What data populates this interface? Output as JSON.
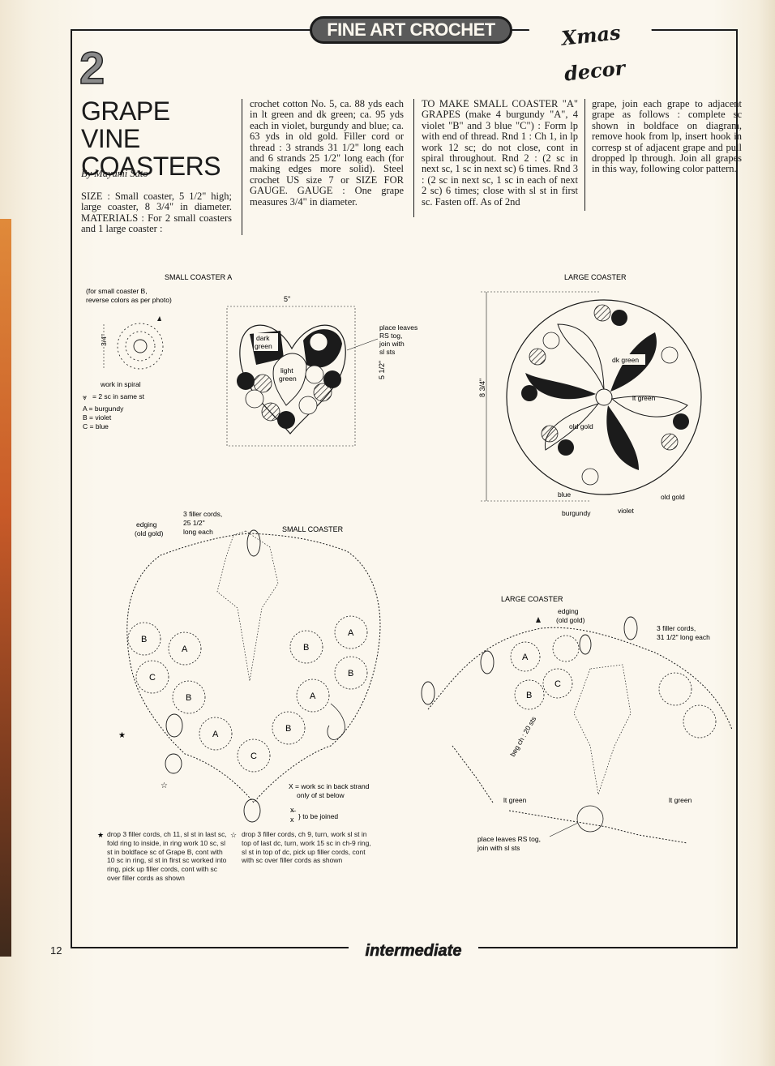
{
  "header": {
    "series": "FINE ART CROCHET",
    "section": "Xmas decor"
  },
  "article": {
    "number": "2",
    "title_line1": "GRAPE VINE",
    "title_line2": "COASTERS",
    "byline": "By Mayumi Sato",
    "col1": "SIZE : Small coaster, 5 1/2\" high; large coaster, 8 3/4\" in diameter. MATERIALS : For 2 small coasters and 1 large coaster :",
    "col2": "crochet cotton No. 5, ca. 88 yds each in lt green and dk green; ca. 95 yds each in violet, burgundy and blue; ca. 63 yds in old gold. Filler cord or thread : 3 strands 31 1/2\" long each and 6 strands 25 1/2\" long each (for making edges more solid). Steel crochet US size 7 or SIZE FOR GAUGE. GAUGE : One grape measures 3/4\" in diameter.",
    "col3": "TO MAKE SMALL COASTER \"A\" GRAPES (make 4 burgundy \"A\", 4 violet \"B\" and 3 blue \"C\") : Form lp with end of thread. Rnd 1 : Ch 1, in lp work 12 sc; do not close, cont in spiral throughout. Rnd 2 : (2 sc in next sc, 1 sc in next sc) 6 times. Rnd 3 : (2 sc in next sc, 1 sc in each of next 2 sc) 6 times; close with sl st in first sc. Fasten off. As of 2nd",
    "col4": "grape, join each grape to adjacent grape as follows : complete sc shown in boldface on diagram, remove hook from lp, insert hook in corresp st of adjacent grape and pull dropped lp through. Join all grapes in this way, following color pattern."
  },
  "diagrams": {
    "small_a": {
      "title": "SMALL COASTER A",
      "note": "(for small coaster B,",
      "note2": "reverse colors as per photo)",
      "size_34": "3/4\"",
      "spiral": "work in spiral",
      "legend_2sc": "= 2 sc in same st",
      "legend_a": "A = burgundy",
      "legend_b": "B = violet",
      "legend_c": "C = blue",
      "width": "5\"",
      "height": "5 1/2\"",
      "dark": "dark",
      "green": "green",
      "light": "light",
      "light_green": "green",
      "place1": "place leaves",
      "place2": "RS tog,",
      "place3": "join with",
      "place4": "sl sts"
    },
    "large": {
      "title": "LARGE COASTER",
      "size": "8 3/4\"",
      "dk_green": "dk green",
      "lt_green": "lt green",
      "old_gold": "old gold",
      "blue": "blue",
      "burgundy": "burgundy",
      "violet": "violet",
      "old_gold2": "old gold"
    },
    "small_chart": {
      "title": "SMALL COASTER",
      "filler1": "3 filler cords,",
      "filler2": "25 1/2\"",
      "filler3": "long each",
      "edging1": "edging",
      "edging2": "(old gold)",
      "legend_back1": "X = work sc in back strand",
      "legend_back2": "only of st below",
      "legend_joined": "} to be joined",
      "star_note": "drop 3 filler cords, ch 11, sl st in last sc, fold ring to inside, in ring work 10 sc, sl st in boldface sc of Grape B, cont with 10 sc in ring, sl st in first sc worked into ring, pick up filler cords, cont with sc over filler cords as shown",
      "outline_note": "drop 3 filler cords, ch 9, turn, work sl st in top of last dc, turn, work 15 sc in ch-9 ring, sl st in top of dc, pick up filler cords, cont with sc over filler cords as shown"
    },
    "large_chart": {
      "title": "LARGE COASTER",
      "edging1": "edging",
      "edging2": "(old gold)",
      "filler1": "3 filler cords,",
      "filler2": "31 1/2\" long each",
      "beg": "beg ch : 20 sts",
      "lt_green1": "lt green",
      "lt_green2": "lt green",
      "place1": "place leaves RS tog,",
      "place2": "join with sl sts"
    }
  },
  "footer": {
    "page": "12",
    "level": "intermediate"
  }
}
